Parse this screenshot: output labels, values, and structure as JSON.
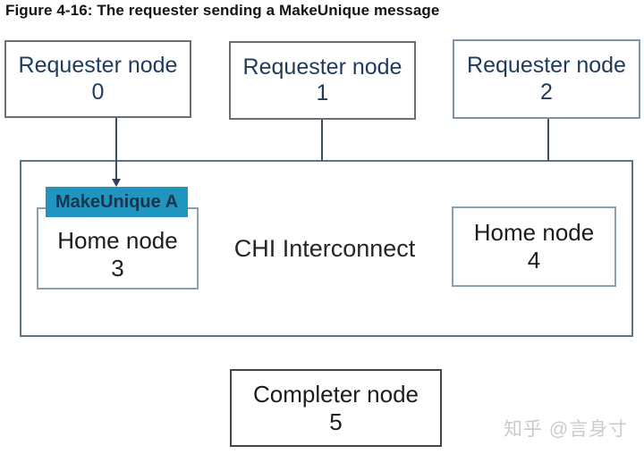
{
  "figure": {
    "title": "Figure 4-16: The requester sending a MakeUnique message"
  },
  "diagram": {
    "requester_nodes": [
      {
        "label": "Requester node",
        "number": "0"
      },
      {
        "label": "Requester node",
        "number": "1"
      },
      {
        "label": "Requester node",
        "number": "2"
      }
    ],
    "interconnect": {
      "label": "CHI Interconnect"
    },
    "message": {
      "label": "MakeUnique A",
      "bg": "#1f95bf",
      "text_color": "#16354f"
    },
    "home_nodes": [
      {
        "label": "Home node",
        "number": "3"
      },
      {
        "label": "Home node",
        "number": "4"
      }
    ],
    "completer_node": {
      "label": "Completer node",
      "number": "5"
    },
    "colors": {
      "node_text_navy": "#1f3a5e",
      "connector_line": "#3f4e63",
      "interconnect_border": "#5d7486"
    }
  },
  "watermark": {
    "text": "知乎 @言身寸"
  }
}
